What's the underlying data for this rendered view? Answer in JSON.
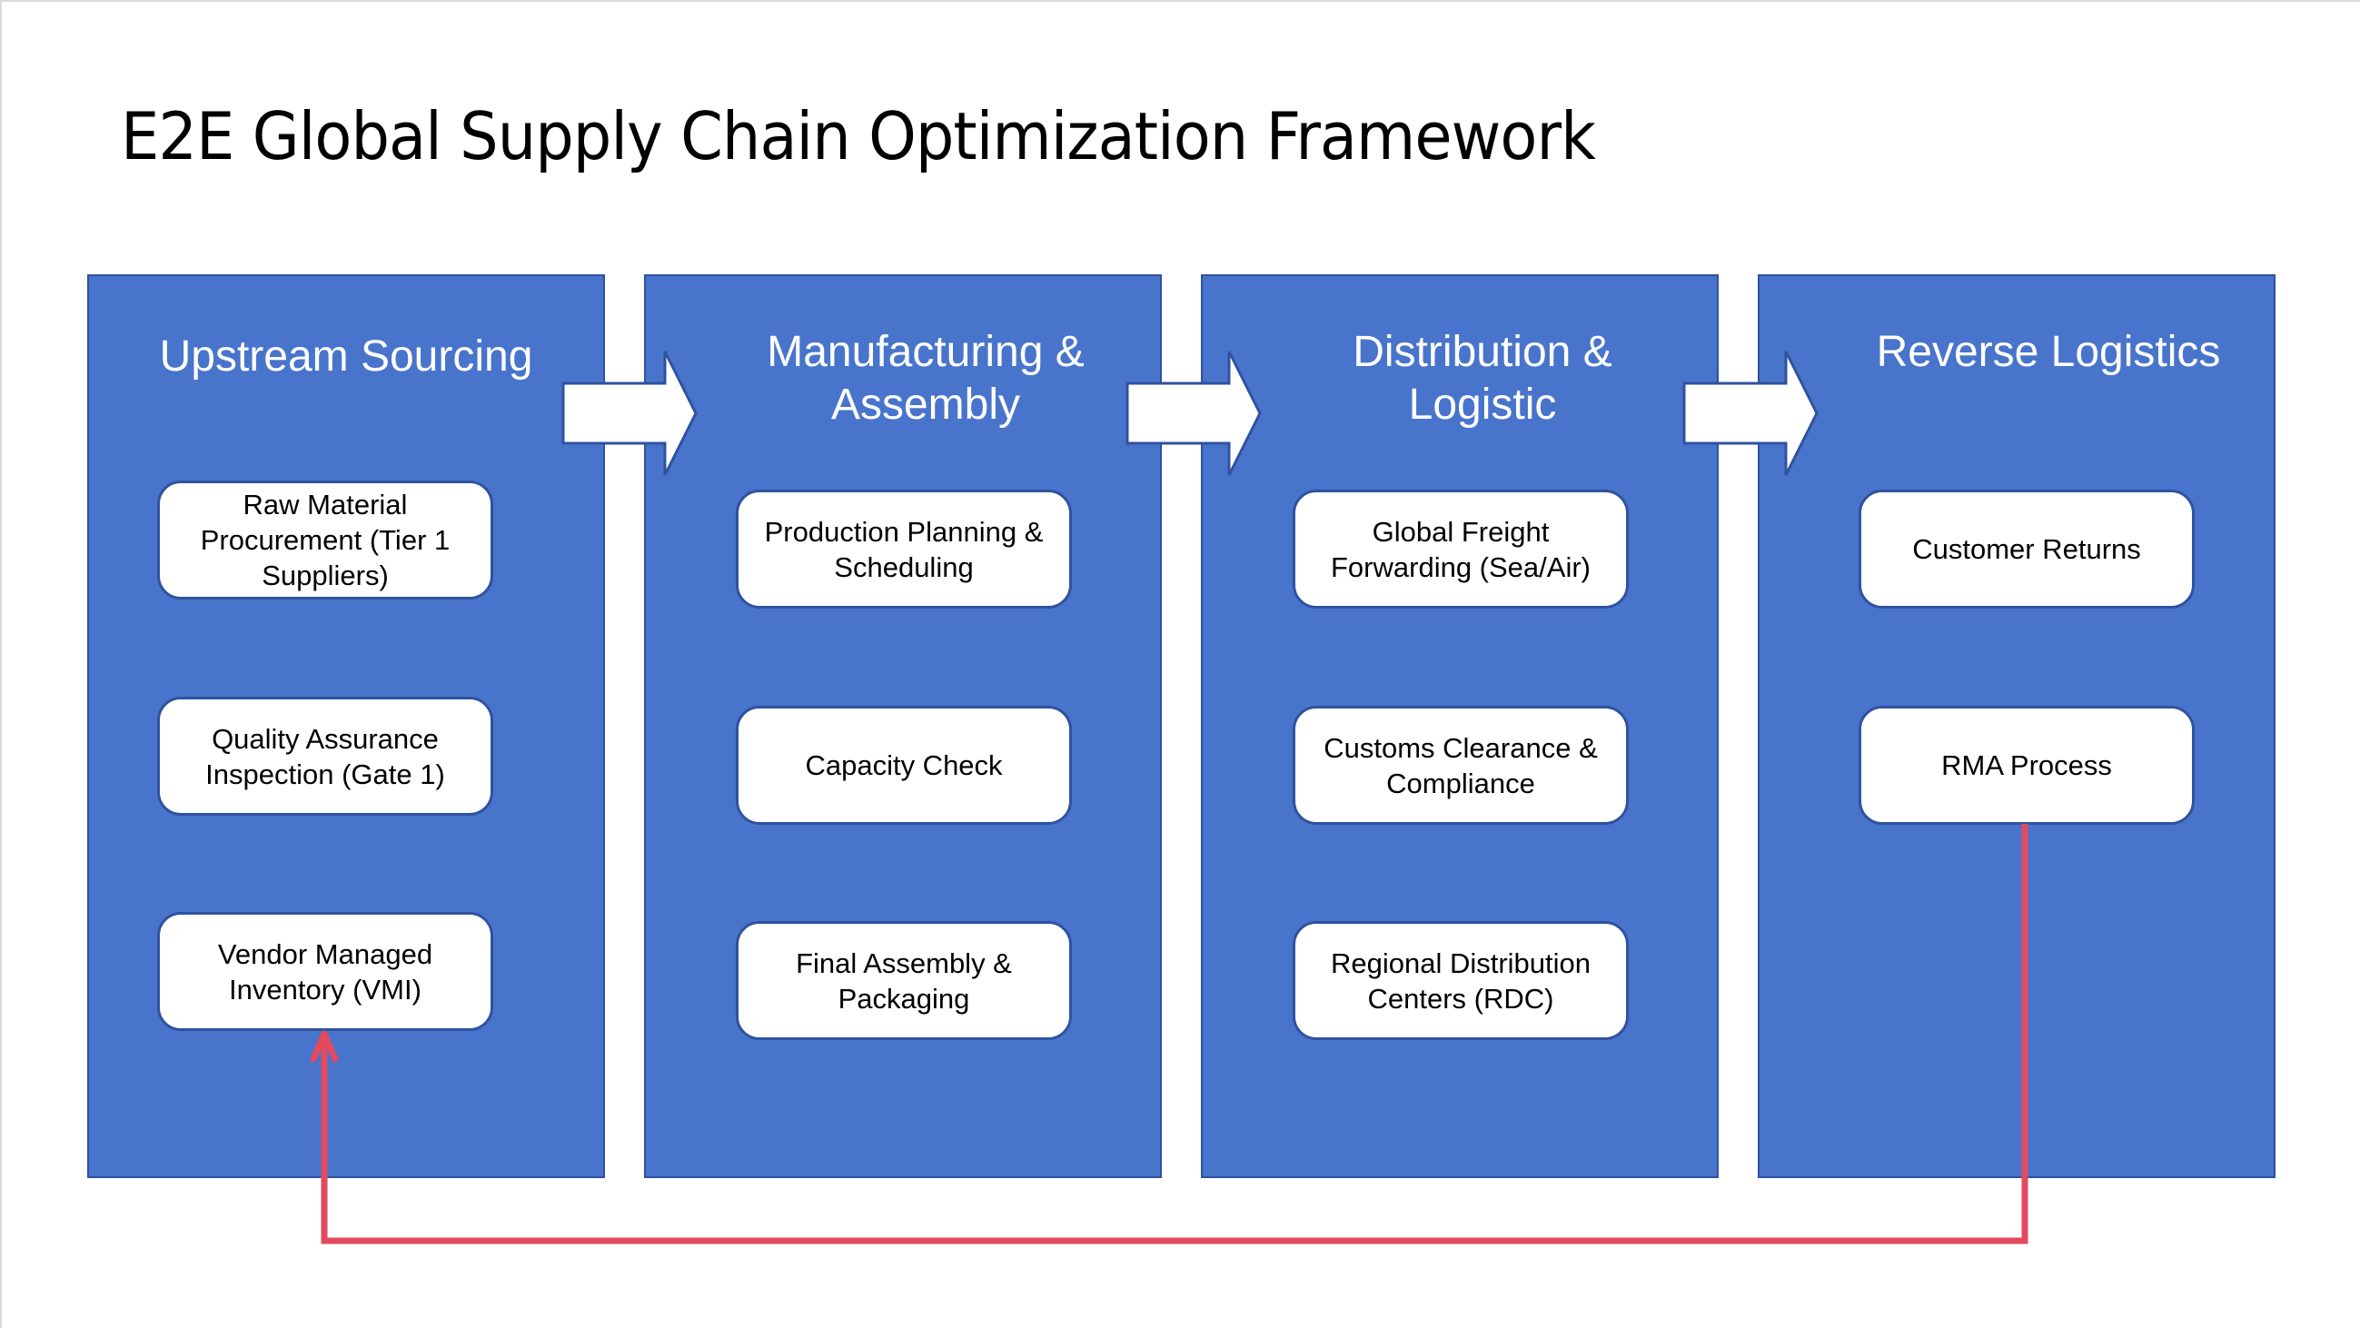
{
  "title": "E2E Global Supply Chain Optimization Framework",
  "colors": {
    "panel": "#4874CB",
    "panel_border": "#2F52A0",
    "box": "#FFFFFF",
    "feedback_arrow": "#E24A5E"
  },
  "stages": [
    {
      "title": "Upstream Sourcing",
      "steps": [
        "Raw Material Procurement (Tier 1 Suppliers)",
        "Quality Assurance Inspection (Gate 1)",
        "Vendor Managed Inventory (VMI)"
      ]
    },
    {
      "title": "Manufacturing & Assembly",
      "steps": [
        "Production Planning & Scheduling",
        "Capacity Check",
        "Final Assembly & Packaging"
      ]
    },
    {
      "title": "Distribution & Logistic",
      "steps": [
        "Global Freight Forwarding (Sea/Air)",
        "Customs Clearance & Compliance",
        "Regional Distribution Centers (RDC)"
      ]
    },
    {
      "title": "Reverse Logistics",
      "steps": [
        "Customer Returns",
        "RMA Process"
      ]
    }
  ],
  "connectors": [
    {
      "from": "Upstream Sourcing",
      "to": "Manufacturing & Assembly",
      "style": "block-arrow"
    },
    {
      "from": "Manufacturing & Assembly",
      "to": "Distribution & Logistic",
      "style": "block-arrow"
    },
    {
      "from": "Distribution & Logistic",
      "to": "Reverse Logistics",
      "style": "block-arrow"
    },
    {
      "from": "RMA Process",
      "to": "Vendor Managed Inventory (VMI)",
      "style": "feedback-line-arrow"
    }
  ]
}
